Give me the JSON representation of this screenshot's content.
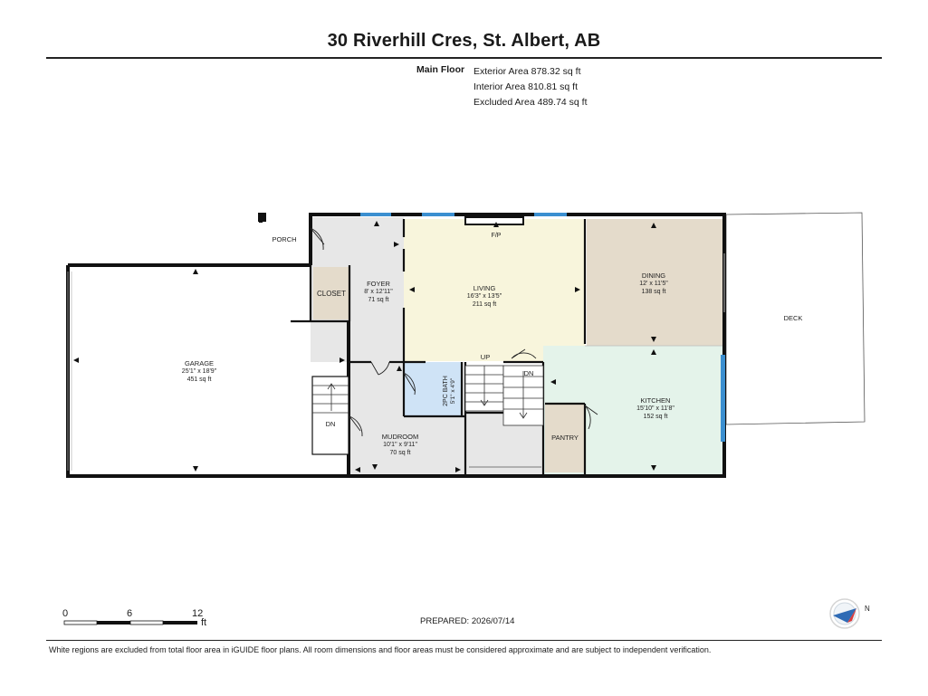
{
  "header": {
    "title": "30 Riverhill Cres, St. Albert, AB"
  },
  "areas": {
    "floor_label": "Main Floor",
    "exterior": "Exterior Area 878.32 sq ft",
    "interior": "Interior Area 810.81 sq ft",
    "excluded": "Excluded Area 489.74 sq ft"
  },
  "rooms": {
    "porch": {
      "name": "PORCH"
    },
    "closet": {
      "name": "CLOSET"
    },
    "foyer": {
      "name": "FOYER",
      "dims": "8' x 12'11\"",
      "area": "71 sq ft"
    },
    "living": {
      "name": "LIVING",
      "dims": "16'3\" x 13'5\"",
      "area": "211 sq ft"
    },
    "fireplace": {
      "name": "F/P"
    },
    "dining": {
      "name": "DINING",
      "dims": "12' x 11'5\"",
      "area": "138 sq ft"
    },
    "deck": {
      "name": "DECK"
    },
    "garage": {
      "name": "GARAGE",
      "dims": "25'1\" x 18'9\"",
      "area": "451 sq ft"
    },
    "mudroom": {
      "name": "MUDROOM",
      "dims": "10'1\" x 9'11\"",
      "area": "70 sq ft"
    },
    "bath": {
      "name": "2PC BATH",
      "dims": "5'1\" x 4'9\""
    },
    "kitchen": {
      "name": "KITCHEN",
      "dims": "15'10\" x 11'8\"",
      "area": "152 sq ft"
    },
    "pantry": {
      "name": "PANTRY"
    }
  },
  "stairs": {
    "up": "UP",
    "dn_main": "DN",
    "dn_garage": "DN"
  },
  "scale": {
    "ticks": [
      "0",
      "6",
      "12"
    ],
    "unit": "ft"
  },
  "prepared": "PREPARED: 2026/07/14",
  "compass": {
    "label": "N"
  },
  "footer": "White regions are excluded from total floor area in iGUIDE floor plans. All room dimensions and floor areas must be considered approximate and are subject to independent verification.",
  "colors": {
    "living": "#f8f5dc",
    "dining": "#e4dbcb",
    "kitchen": "#e4f3ea",
    "foyer": "#e6e6e6",
    "bath": "#cfe3f6",
    "closet": "#e4dbcb",
    "window": "#3b8fd0",
    "wall": "#111111"
  }
}
